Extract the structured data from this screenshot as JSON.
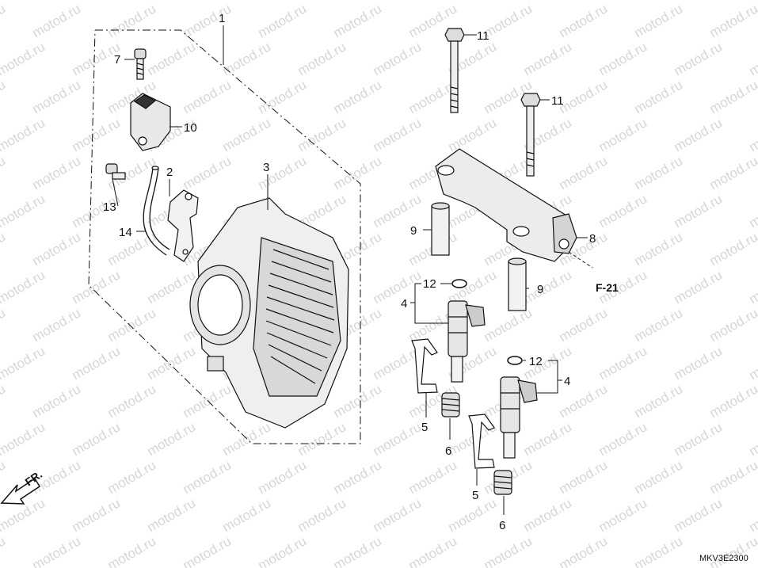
{
  "watermark": "motod.ru",
  "diagram_code": "MKV3E2300",
  "reference_label": "F-21",
  "direction_label": "FR.",
  "callouts": {
    "c1": "1",
    "c2": "2",
    "c3": "3",
    "c7": "7",
    "c10": "10",
    "c13": "13",
    "c14": "14",
    "c11a": "11",
    "c11b": "11",
    "c8": "8",
    "c9a": "9",
    "c9b": "9",
    "c12a": "12",
    "c12b": "12",
    "c4a": "4",
    "c4b": "4",
    "c5a": "5",
    "c5b": "5",
    "c6a": "6",
    "c6b": "6"
  },
  "colors": {
    "line": "#111111",
    "watermark": "#d6d6d6",
    "background": "#ffffff"
  }
}
